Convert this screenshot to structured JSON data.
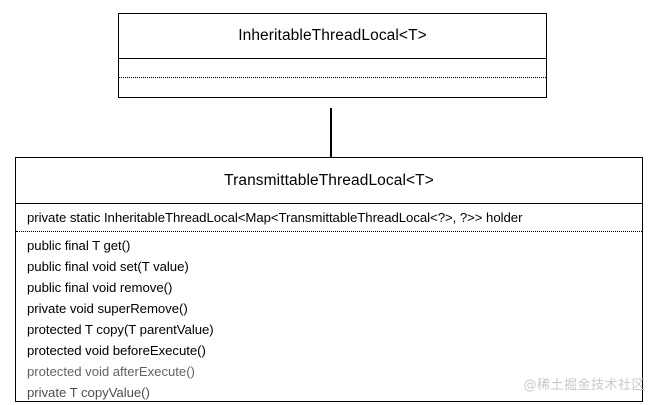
{
  "diagram": {
    "type": "uml-class-diagram",
    "classes": [
      {
        "id": "parent",
        "name": "InheritableThreadLocal<T>",
        "attributes": [],
        "methods": []
      },
      {
        "id": "child",
        "name": "TransmittableThreadLocal<T>",
        "attributes": [
          "private static InheritableThreadLocal<Map<TransmittableThreadLocal<?>, ?>> holder"
        ],
        "methods": [
          "public final T get()",
          "public final void set(T value)",
          "public final void remove()",
          "private void superRemove()",
          "protected T copy(T parentValue)",
          "protected void beforeExecute()",
          "protected void afterExecute()",
          "private T copyValue()"
        ]
      }
    ],
    "relationships": [
      {
        "kind": "generalization",
        "from": "child",
        "to": "parent",
        "arrow": "hollow-triangle"
      }
    ]
  },
  "watermark": {
    "text": "@稀土掘金技术社区"
  },
  "colors": {
    "background": "#ffffff",
    "stroke": "#000000",
    "text": "#000000",
    "watermark": "#c9c9c9"
  }
}
